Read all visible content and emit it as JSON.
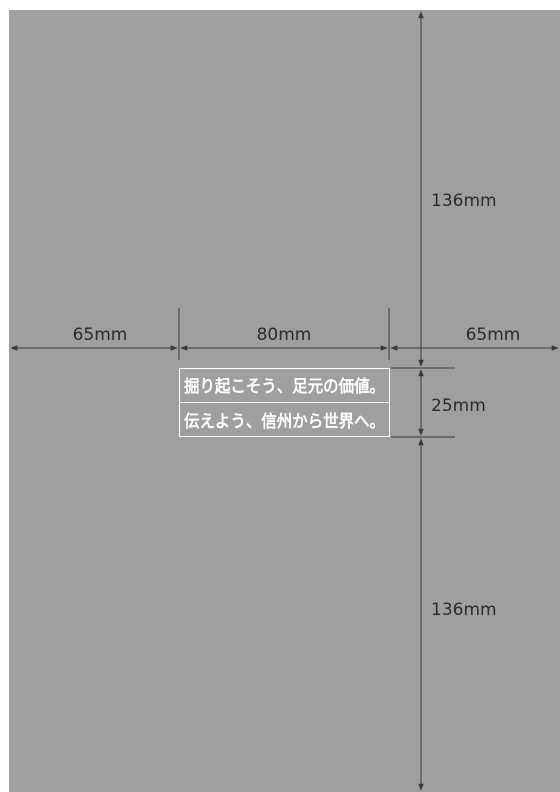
{
  "colors": {
    "sheet": "#9f9f9f",
    "line": "#3a3a3a",
    "slogan_border": "#ffffff",
    "label": "#2b2b2b"
  },
  "dimensions": {
    "left_margin": "65mm",
    "box_width": "80mm",
    "right_margin": "65mm",
    "top_margin": "136mm",
    "box_height": "25mm",
    "bottom_margin": "136mm"
  },
  "slogan": {
    "line1": "掘り起こそう、足元の価値。",
    "line2": "伝えよう、信州から世界へ。"
  }
}
